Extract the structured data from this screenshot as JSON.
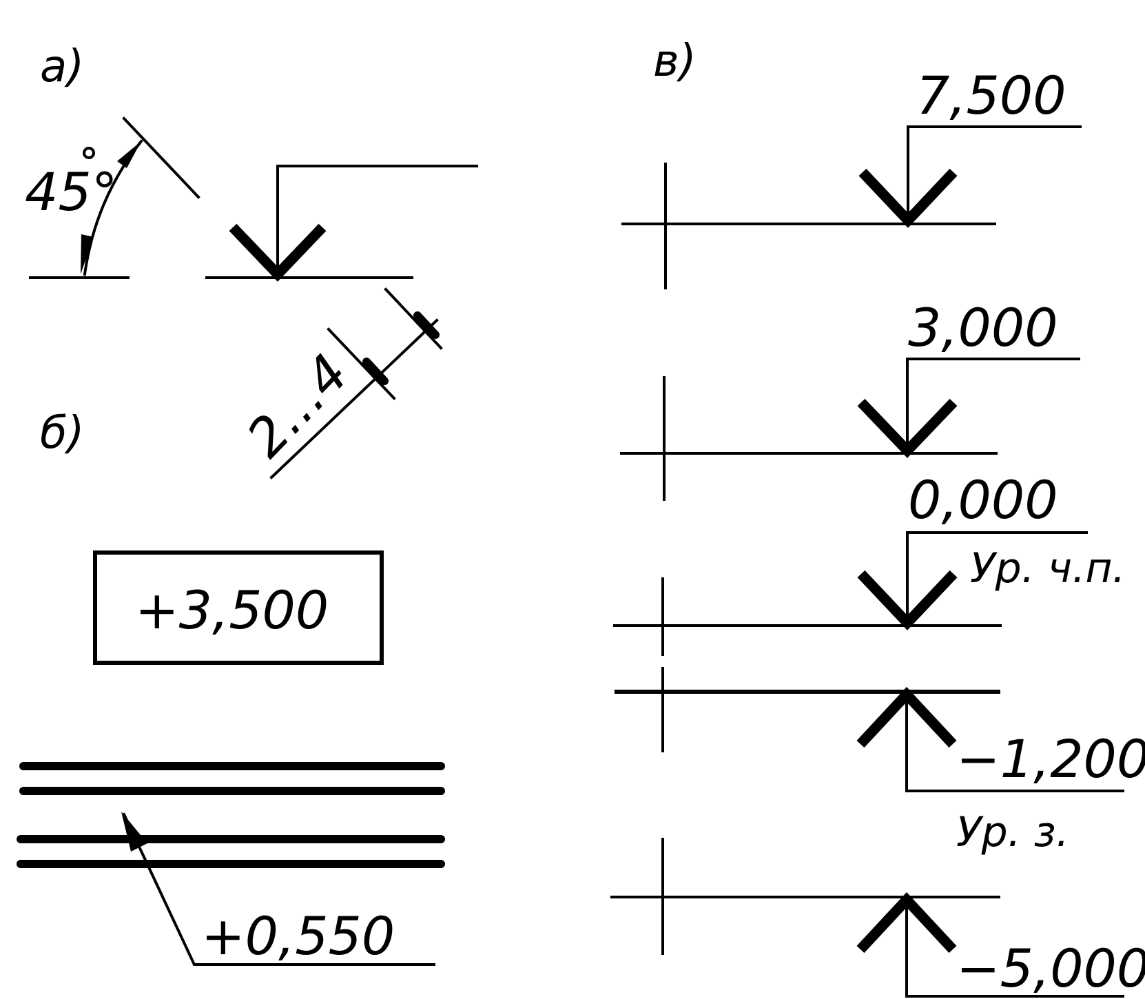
{
  "labels": {
    "section_a": "а)",
    "section_b": "б)",
    "section_v": "в)",
    "angle": "45°",
    "extension": "2...4",
    "plan_mark": "+3,500",
    "section_mark": "+0,550",
    "mark_7500": "7,500",
    "mark_3000": "3,000",
    "mark_0000": "0,000",
    "level_clean_floor": "Ур. ч.п.",
    "mark_minus_1200": "−1,200",
    "level_ground": "Ур. з.",
    "mark_minus_5000": "−5,000"
  },
  "colors": {
    "ink": "#000000",
    "paper": "#ffffff"
  }
}
